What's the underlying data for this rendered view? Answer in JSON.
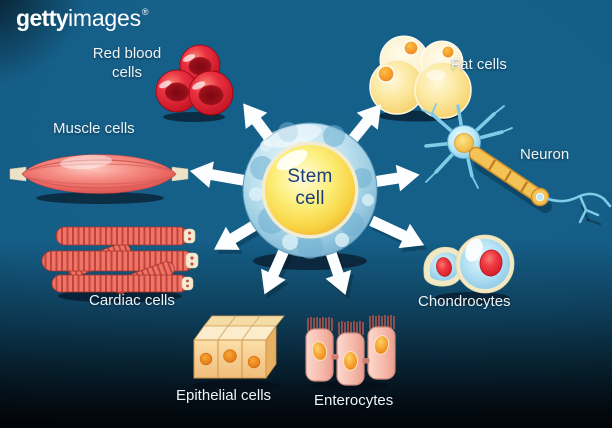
{
  "watermark": {
    "brand_bold": "getty",
    "brand_regular": "images",
    "registered_mark": "®"
  },
  "stem_cell": {
    "line1": "Stem",
    "line2": "cell"
  },
  "labels": {
    "red_blood": "Red blood cells",
    "fat": "Fat cells",
    "muscle": "Muscle cells",
    "neuron": "Neuron",
    "cardiac": "Cardiac cells",
    "chondrocytes": "Chondrocytes",
    "epithelial": "Epithelial cells",
    "enterocytes": "Enterocytes"
  },
  "colors": {
    "background_teal": "#15618a",
    "background_dark": "#04121d",
    "label_white": "#eef4f7",
    "arrow_white": "#fcfeff",
    "stem_membrane_blue": "#a6d3e9",
    "stem_nucleus_yellow": "#f8d443",
    "stem_text_navy": "#1a3f78",
    "red_blood_red": "#d5222e",
    "fat_yellow": "#f9dd85",
    "muscle_pink": "#ef7b77",
    "neuron_blue": "#8fd6ef",
    "axon_yellow": "#f3c355",
    "cardiac_red": "#e26a5f",
    "chondrocyte_blue": "#aadcf2",
    "chondrocyte_nucleus_red": "#e02330",
    "epithelial_tan": "#f6cf8e",
    "enterocyte_pink": "#f6c0b4"
  }
}
